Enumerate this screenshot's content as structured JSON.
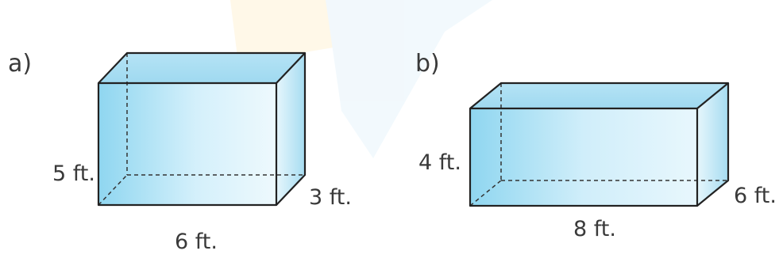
{
  "figures": [
    {
      "part": "a)",
      "height_label": "5 ft.",
      "depth_label": "3 ft.",
      "length_label": "6 ft."
    },
    {
      "part": "b)",
      "height_label": "4 ft.",
      "depth_label": "6 ft.",
      "length_label": "8 ft."
    }
  ],
  "colors": {
    "face_front": "#bfe6f7",
    "face_top": "#d5f0fb",
    "face_side": "#9fd8ef",
    "edge": "#222222",
    "watermark": "#fff4d8"
  }
}
